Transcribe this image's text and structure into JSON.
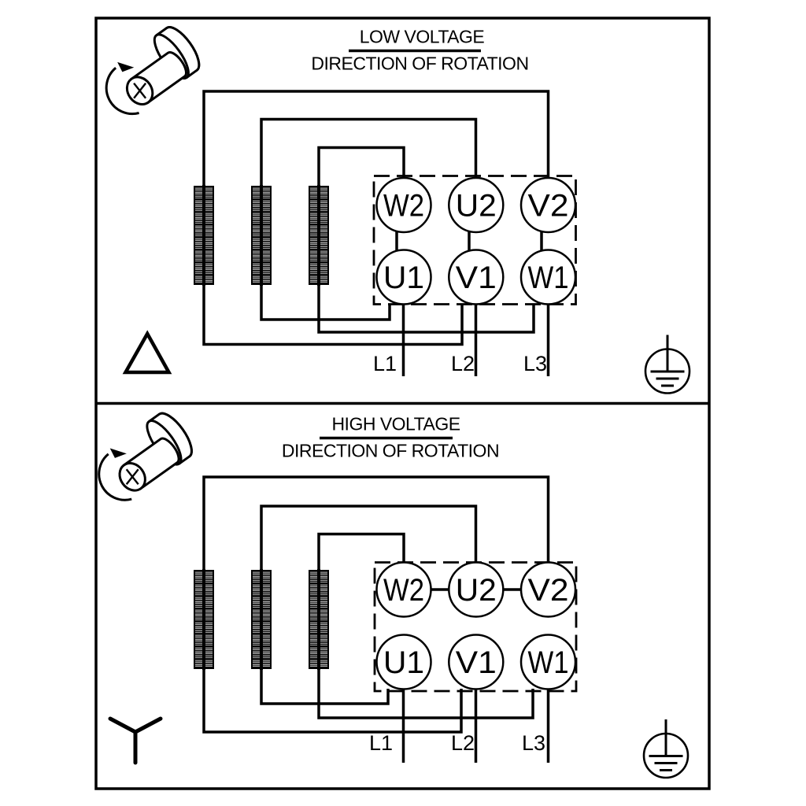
{
  "figure": {
    "type": "motor-terminal-wiring-diagram",
    "background": "#ffffff",
    "line_color": "#000000"
  },
  "panels": [
    {
      "id": "low-voltage",
      "title": "LOW VOLTAGE",
      "subtitle": "DIRECTION OF ROTATION",
      "connection": "delta",
      "terminal_rows": {
        "top": [
          "W2",
          "U2",
          "V2"
        ],
        "bottom": [
          "U1",
          "V1",
          "W1"
        ]
      },
      "supply_lines": [
        "L1",
        "L2",
        "L3"
      ],
      "symbols": [
        "rotating-shaft",
        "delta-triangle",
        "protective-earth"
      ]
    },
    {
      "id": "high-voltage",
      "title": "HIGH VOLTAGE",
      "subtitle": "DIRECTION OF ROTATION",
      "connection": "star",
      "terminal_rows": {
        "top": [
          "W2",
          "U2",
          "V2"
        ],
        "bottom": [
          "U1",
          "V1",
          "W1"
        ]
      },
      "supply_lines": [
        "L1",
        "L2",
        "L3"
      ],
      "symbols": [
        "rotating-shaft",
        "wye",
        "protective-earth"
      ]
    }
  ]
}
